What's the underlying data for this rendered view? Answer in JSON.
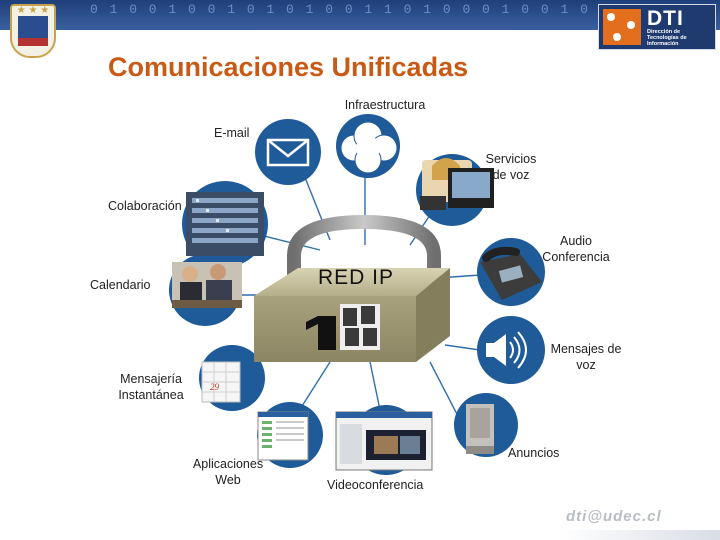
{
  "header": {
    "binary_pattern": "0 1 0  0 1 0 0  1 0    1 0 1 0  0 1 1 0  1 0 0  0 1 0  0 1 0 0  1 0  1 0",
    "dti_logo": {
      "name": "DTI",
      "subtitle": "Dirección de Tecnologías de Información"
    }
  },
  "title": "Comunicaciones  Unificadas",
  "center": {
    "label": "RED IP",
    "icon": "padlock-network-hub"
  },
  "nodes": {
    "infraestructura": {
      "label": "Infraestructura",
      "icon": "cloud-icon"
    },
    "email": {
      "label": "E-mail",
      "icon": "envelope-icon"
    },
    "servicios_voz": {
      "label": "Servicios\nde voz",
      "icon": "operator-headset-photo"
    },
    "colaboracion": {
      "label": "Colaboración",
      "icon": "server-rack-photo"
    },
    "audio_conferencia": {
      "label": "Audio\nConferencia",
      "icon": "desk-phone-photo"
    },
    "calendario": {
      "label": "Calendario",
      "icon": "meeting-photo"
    },
    "mensajes_voz": {
      "label": "Mensajes de\nvoz",
      "icon": "speaker-icon"
    },
    "mensajeria": {
      "label": "Mensajería\nInstantánea",
      "icon": "calendar-page-icon"
    },
    "aplicaciones_web": {
      "label": "Aplicaciones\nWeb",
      "icon": "web-app-screenshot"
    },
    "videoconferencia": {
      "label": "Videoconferencia",
      "icon": "video-window-screenshot"
    },
    "anuncios": {
      "label": "Anuncios",
      "icon": "paging-speaker-photo"
    }
  },
  "footer": "dti@udec.cl",
  "colors": {
    "title": "#c85a16",
    "node_circle": "#1f5b99",
    "connector": "#2f6fae",
    "banner": "#1f3f7a"
  }
}
